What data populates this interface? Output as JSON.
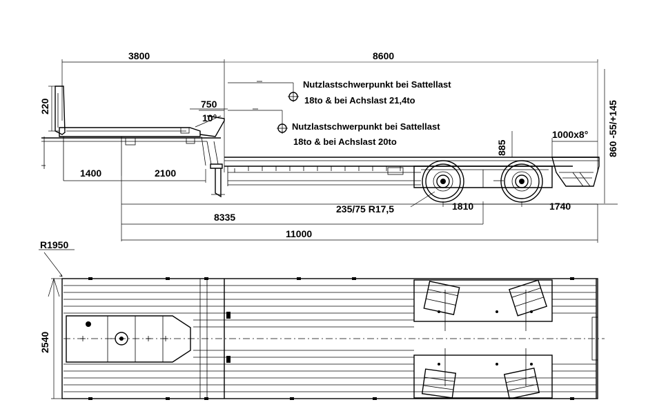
{
  "side_view": {
    "dim_gooseneck_length": "3800",
    "dim_deck_length": "8600",
    "dim_gooseneck_height": "220",
    "dim_step_height": "750",
    "dim_step_angle": "10°",
    "dim_front_overhang": "1400",
    "dim_kingpin_offset": "2100",
    "dim_deck_height": "885",
    "dim_deck_height_range": "860 -55/+145",
    "dim_ramp": "1000x8°",
    "dim_kingpin_to_axle": "8335",
    "dim_total_length": "11000",
    "dim_axle_spacing": "1810",
    "dim_rear_overhang": "1740",
    "tyre_size": "235/75 R17,5",
    "cog_note_1_line1": "Nutzlastschwerpunkt bei Sattellast",
    "cog_note_1_line2": "18to & bei Achslast 21,4to",
    "cog_note_2_line1": "Nutzlastschwerpunkt bei Sattellast",
    "cog_note_2_line2": "18to & bei Achslast 20to"
  },
  "top_view": {
    "dim_turning_radius": "R1950",
    "dim_width": "2540"
  }
}
